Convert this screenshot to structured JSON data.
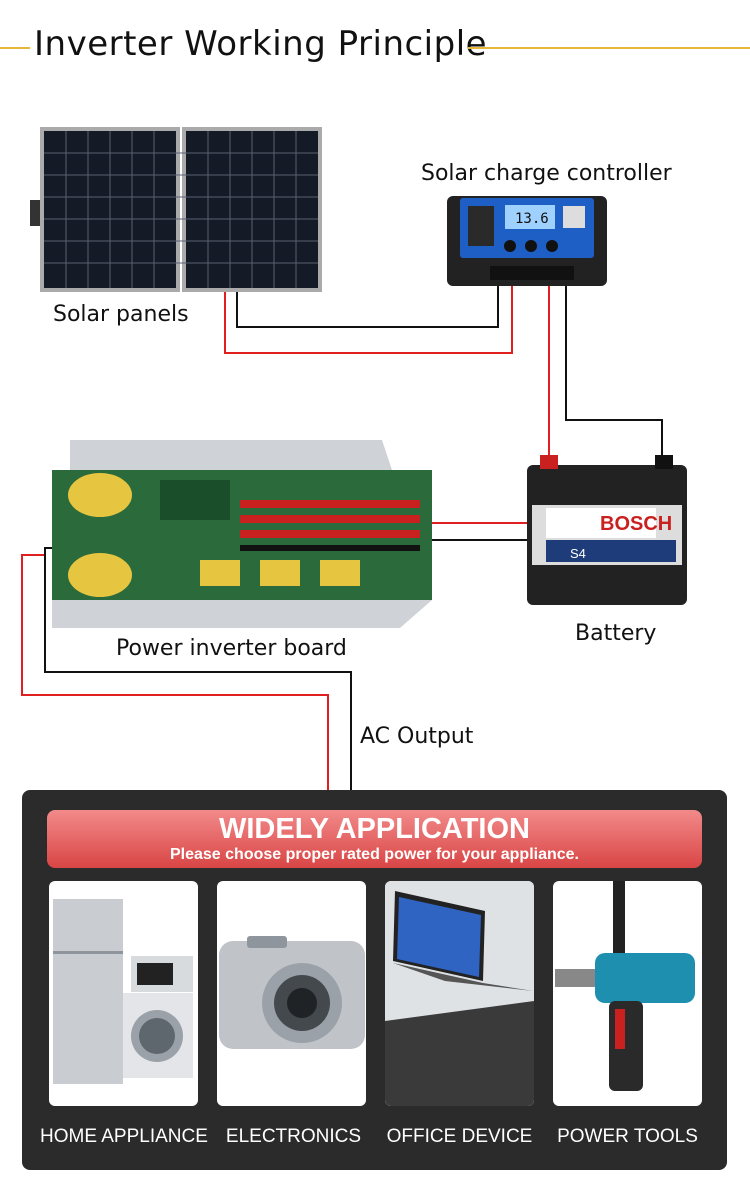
{
  "title": "Inverter Working Principle",
  "components": {
    "solar_panels": "Solar panels",
    "charge_controller": "Solar charge controller",
    "controller_display": "13.6",
    "inverter_board": "Power inverter board",
    "battery": "Battery",
    "battery_brand": "BOSCH",
    "battery_model": "S4",
    "ac_output": "AC Output"
  },
  "application": {
    "title": "WIDELY APPLICATION",
    "subtitle": "Please choose proper rated power for your appliance.",
    "items": [
      {
        "label": "HOME APPLIANCE"
      },
      {
        "label": "ELECTRONICS"
      },
      {
        "label": "OFFICE DEVICE"
      },
      {
        "label": "POWER TOOLS"
      }
    ]
  },
  "colors": {
    "accent_line": "#e6b83a",
    "positive_wire": "#e02020",
    "negative_wire": "#111111",
    "banner": "#d94545",
    "panel_bg": "#2b2b2b"
  }
}
